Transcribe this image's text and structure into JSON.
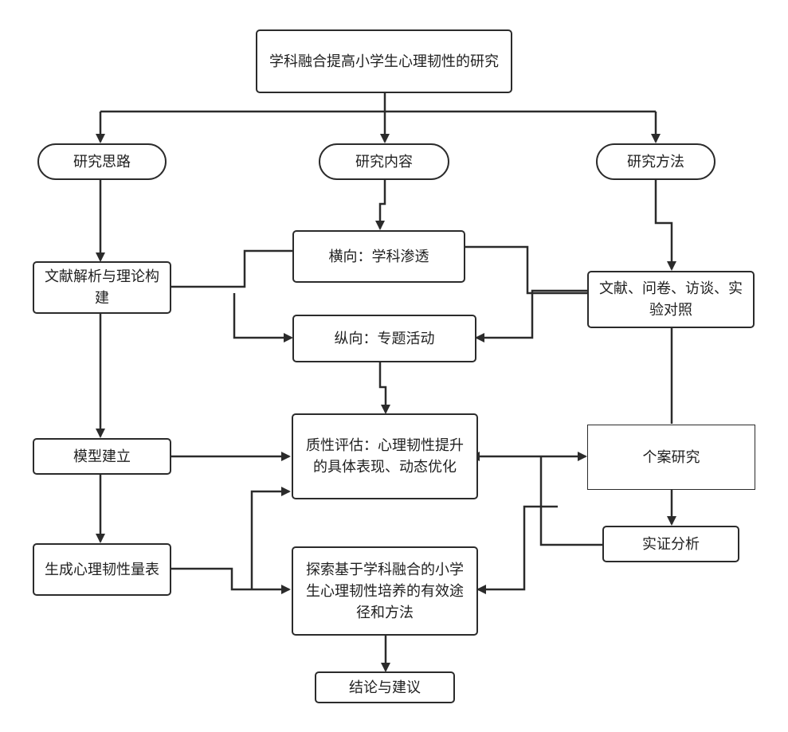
{
  "nodes": {
    "title": "学科融合提高小学生心理韧性的研究",
    "approach": "研究思路",
    "content": "研究内容",
    "method": "研究方法",
    "lit_theory": "文献解析与理论构建",
    "horizontal": "横向：学科渗透",
    "vertical": "纵向：专题活动",
    "methods_list": "文献、问卷、访谈、实验对照",
    "model": "模型建立",
    "qualitative": "质性评估：心理韧性提升的具体表现、动态优化",
    "case_study": "个案研究",
    "scale": "生成心理韧性量表",
    "explore": "探索基于学科融合的小学生心理韧性培养的有效途径和方法",
    "empirical": "实证分析",
    "conclusion": "结论与建议"
  }
}
